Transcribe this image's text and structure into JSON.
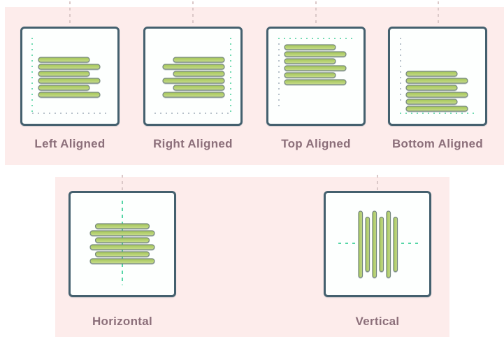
{
  "colors": {
    "panel_bg": "#fdeceb",
    "card_bg": "#fdfffe",
    "card_border": "#44606e",
    "bar_fill_light": "#c9dd8f",
    "bar_fill_dark": "#a3c556",
    "bar_stroke": "#75877d",
    "teal_guide_dots": "#72dbb2",
    "teal_center_line": "#55d6a6",
    "gray_guide_dots": "#b7c1ca",
    "drop_guide": "#dbc8c8",
    "label_color": "#8c6f7a"
  },
  "panels": [
    {
      "name": "edge-alignment",
      "cards": [
        {
          "label": "Left Aligned",
          "type": "left",
          "icon": "left-aligned-illustration"
        },
        {
          "label": "Right Aligned",
          "type": "right",
          "icon": "right-aligned-illustration"
        },
        {
          "label": "Top Aligned",
          "type": "top",
          "icon": "top-aligned-illustration"
        },
        {
          "label": "Bottom Aligned",
          "type": "bottom",
          "icon": "bottom-aligned-illustration"
        }
      ]
    },
    {
      "name": "center-alignment",
      "cards": [
        {
          "label": "Horizontal",
          "type": "horizontal",
          "icon": "horizontal-center-illustration"
        },
        {
          "label": "Vertical",
          "type": "vertical",
          "icon": "vertical-center-illustration"
        }
      ]
    }
  ]
}
